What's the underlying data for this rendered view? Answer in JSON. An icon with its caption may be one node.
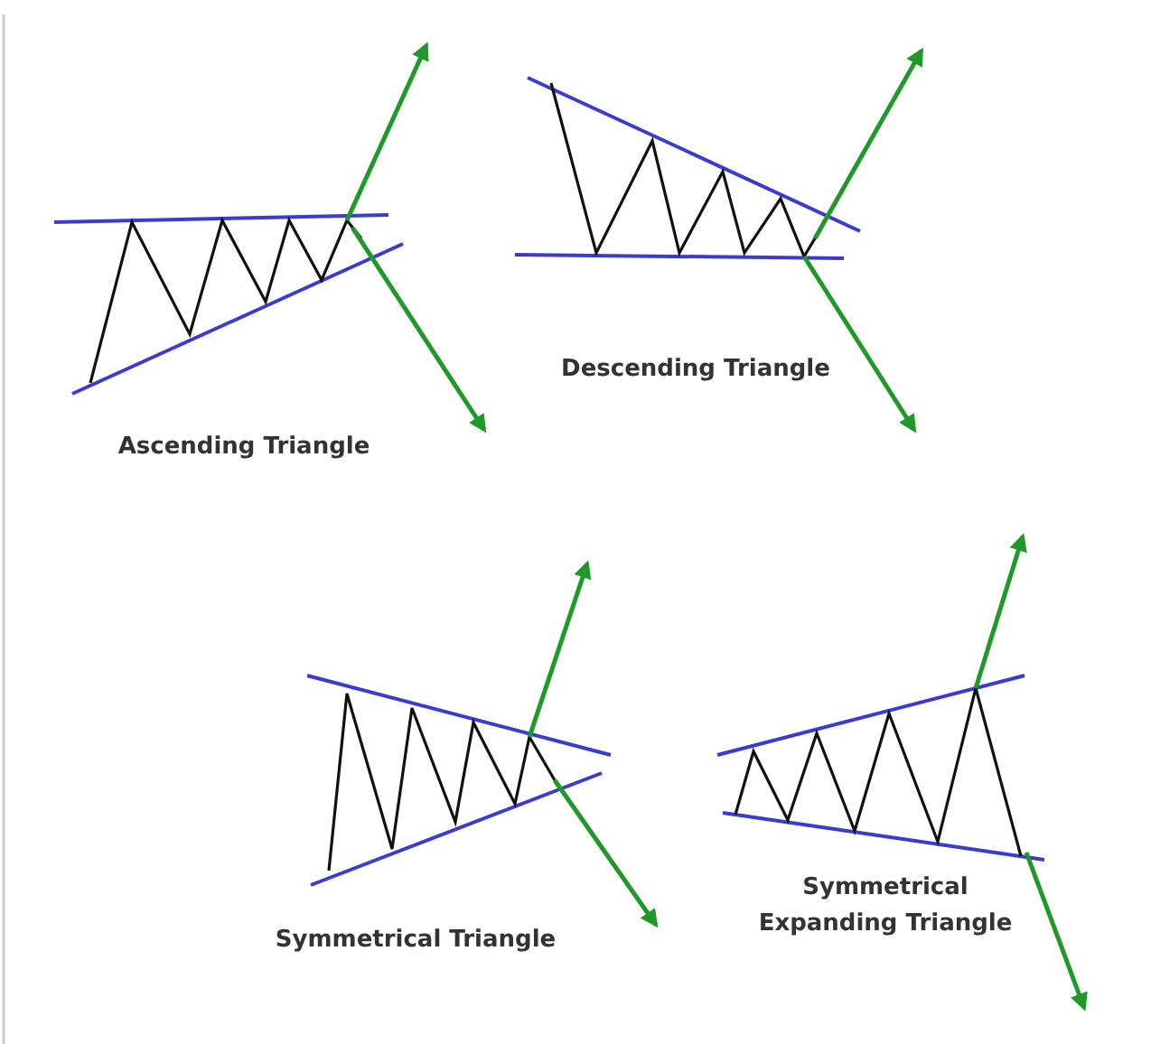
{
  "diagram": {
    "labels": [
      "Ascending Triangle",
      "Descending Triangle",
      "Symmetrical Triangle",
      "Symmetrical Expanding Triangle"
    ]
  }
}
